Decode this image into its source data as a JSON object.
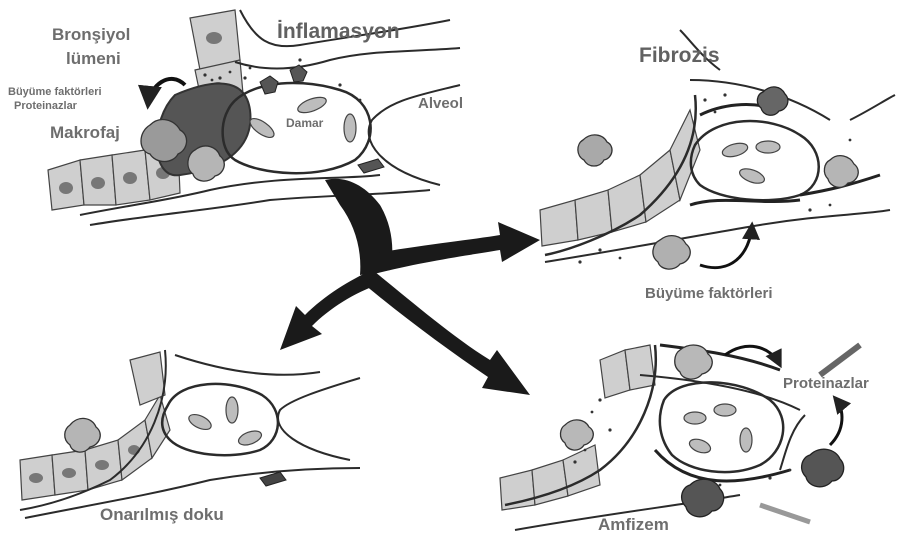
{
  "labels": {
    "bronchiole_lumen_line1": "Bronşiyol",
    "bronchiole_lumen_line2": "lümeni",
    "inflammation_title": "İnflamasyon",
    "growth_factors_top": "Büyüme faktörleri",
    "proteinases_top": "Proteinazlar",
    "macrophage": "Makrofaj",
    "vessel": "Damar",
    "alveolus": "Alveol",
    "fibrosis_title": "Fibrozis",
    "growth_factors_right": "Büyüme faktörleri",
    "repaired_tissue": "Onarılmış doku",
    "proteinases_right": "Proteinazlar",
    "emphysema": "Amfizem"
  },
  "colors": {
    "line": "#2b2b2b",
    "cell_fill": "#cfcfcf",
    "dark_fill": "#3a3a3a",
    "label": "#6e6e6e"
  }
}
